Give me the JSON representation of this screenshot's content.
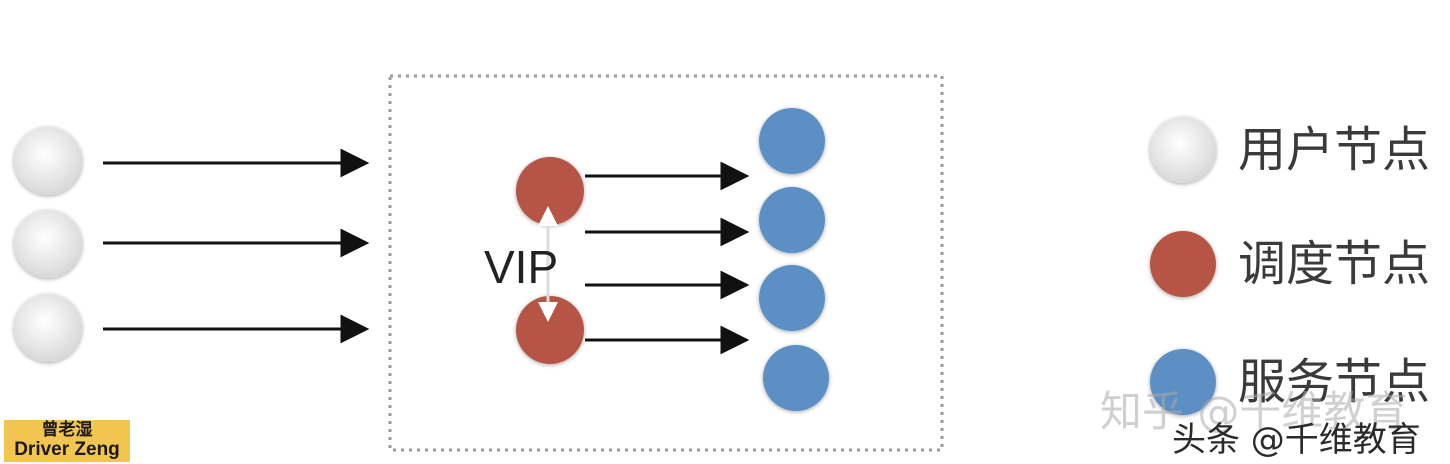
{
  "diagram": {
    "vip_label": "VIP",
    "legend": [
      {
        "label": "用户节点",
        "color": "user"
      },
      {
        "label": "调度节点",
        "color": "scheduler"
      },
      {
        "label": "服务节点",
        "color": "service"
      }
    ],
    "colors": {
      "user": "#ebebeb",
      "scheduler": "#b65545",
      "service": "#5b8fc4",
      "arrow": "#111111",
      "border": "#9a9a9a"
    }
  },
  "watermarks": {
    "badge_line1": "曾老湿",
    "badge_line2": "Driver Zeng",
    "zhihu": "知乎 @千维教育",
    "toutiao": "头条 @千维教育"
  }
}
